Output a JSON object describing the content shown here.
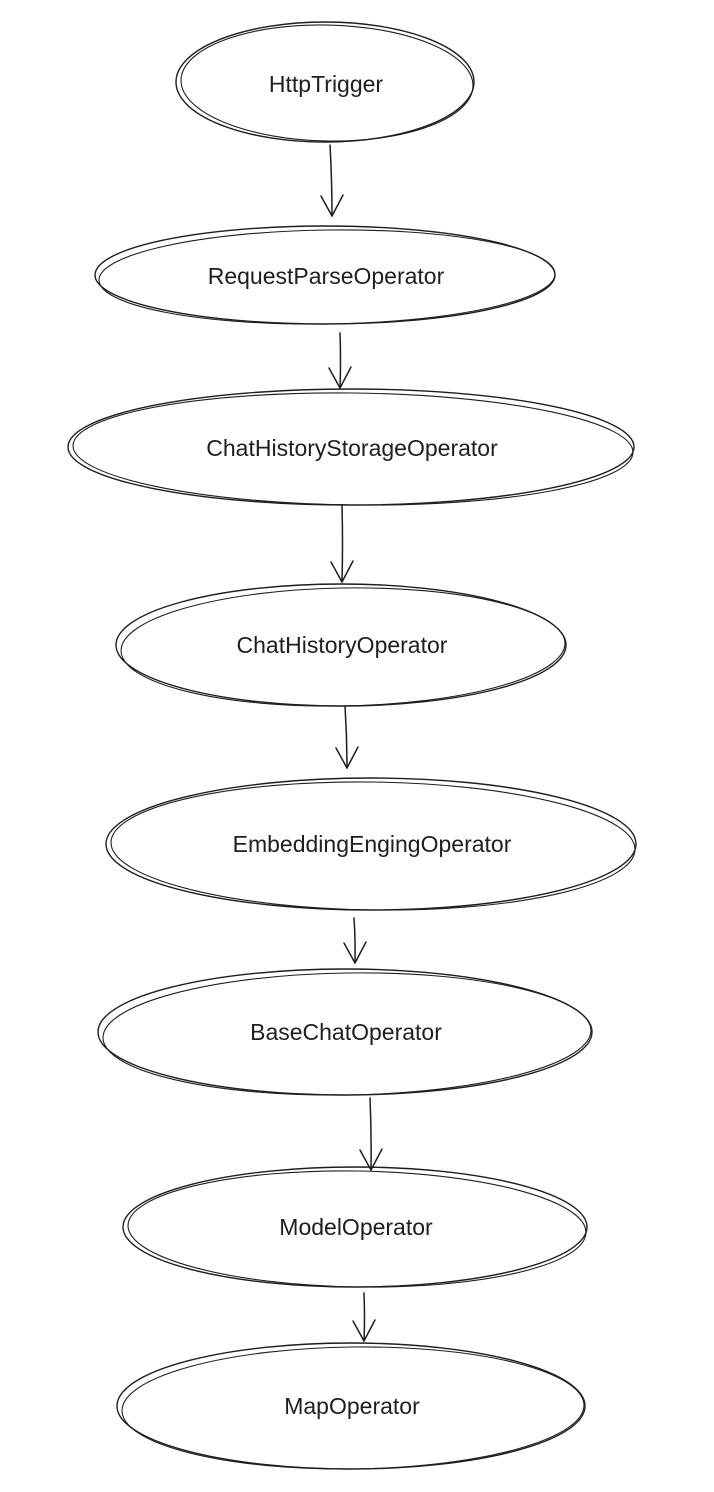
{
  "diagram": {
    "type": "flowchart",
    "style": "hand-drawn",
    "colors": {
      "stroke": "#1e1e1e",
      "text": "#1e1e1e",
      "background": "#ffffff"
    },
    "nodes": [
      {
        "id": "http-trigger",
        "label": "HttpTrigger"
      },
      {
        "id": "request-parse-operator",
        "label": "RequestParseOperator"
      },
      {
        "id": "chat-history-storage-operator",
        "label": "ChatHistoryStorageOperator"
      },
      {
        "id": "chat-history-operator",
        "label": "ChatHistoryOperator"
      },
      {
        "id": "embedding-enging-operator",
        "label": "EmbeddingEngingOperator"
      },
      {
        "id": "base-chat-operator",
        "label": "BaseChatOperator"
      },
      {
        "id": "model-operator",
        "label": "ModelOperator"
      },
      {
        "id": "map-operator",
        "label": "MapOperator"
      }
    ],
    "edges": [
      {
        "from": "http-trigger",
        "to": "request-parse-operator"
      },
      {
        "from": "request-parse-operator",
        "to": "chat-history-storage-operator"
      },
      {
        "from": "chat-history-storage-operator",
        "to": "chat-history-operator"
      },
      {
        "from": "chat-history-operator",
        "to": "embedding-enging-operator"
      },
      {
        "from": "embedding-enging-operator",
        "to": "base-chat-operator"
      },
      {
        "from": "base-chat-operator",
        "to": "model-operator"
      },
      {
        "from": "model-operator",
        "to": "map-operator"
      }
    ]
  }
}
